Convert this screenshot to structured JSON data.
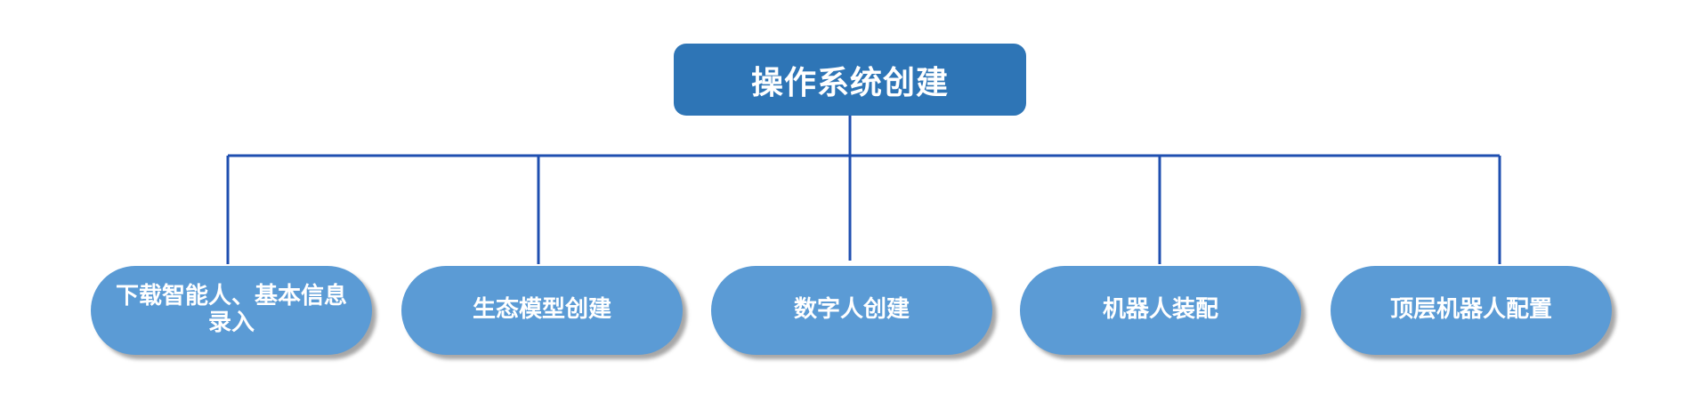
{
  "diagram": {
    "root": {
      "label": "操作系统创建"
    },
    "children": [
      {
        "label": "下载智能人、基本信息录入"
      },
      {
        "label": "生态模型创建"
      },
      {
        "label": "数字人创建"
      },
      {
        "label": "机器人装配"
      },
      {
        "label": "顶层机器人配置"
      }
    ],
    "colors": {
      "root_fill": "#2e75b6",
      "child_fill": "#5b9bd5",
      "connector": "#1f4fb0",
      "text": "#ffffff"
    }
  }
}
